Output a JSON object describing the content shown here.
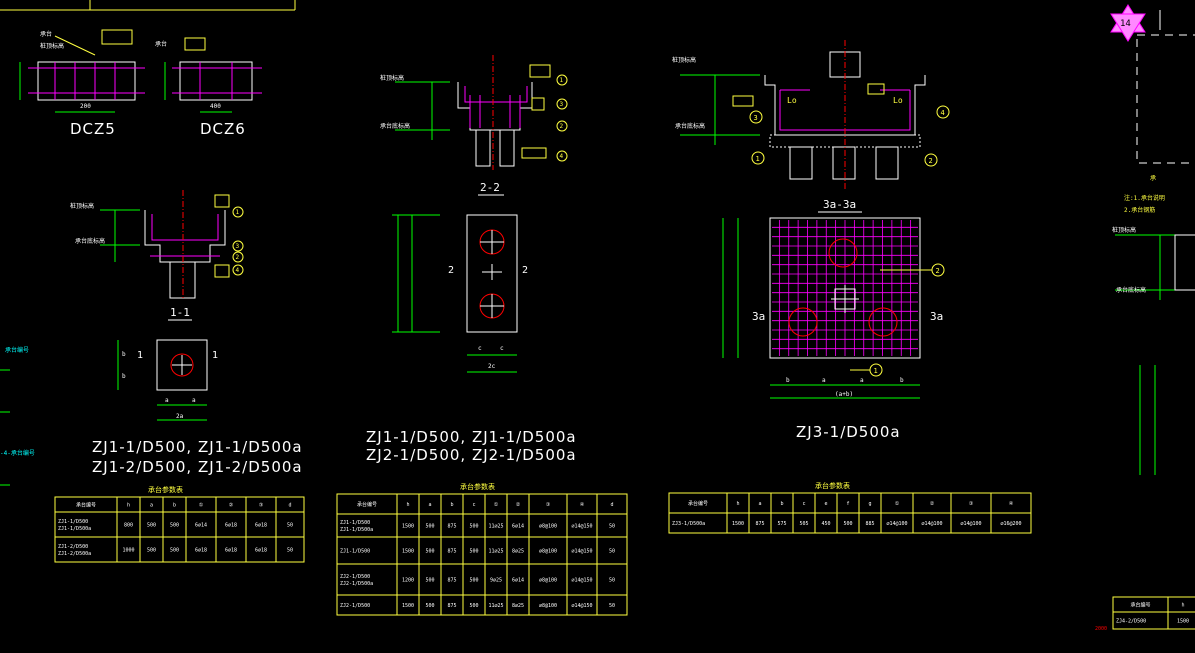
{
  "drawings": {
    "dcz5_title": "DCZ5",
    "dcz6_title": "DCZ6",
    "sec_1_1": "1-1",
    "sec_2_2": "2-2",
    "sec_3a_3a": "3a-3a",
    "mark_1": "1",
    "mark_2": "2",
    "mark_3a": "3a",
    "mark_14": "14",
    "lo": "Lo",
    "title_left_1": "ZJ1-1/D500, ZJ1-1/D500a",
    "title_left_2": "ZJ1-2/D500, ZJ1-2/D500a",
    "title_mid_1": "ZJ1-1/D500, ZJ1-1/D500a",
    "title_mid_2": "ZJ2-1/D500, ZJ2-1/D500a",
    "title_right": "ZJ3-1/D500a",
    "dim_200": "200",
    "dim_400": "400"
  },
  "circle_marks": [
    "1",
    "2",
    "3",
    "4"
  ],
  "tables": {
    "left": {
      "caption": "承台参数表",
      "headers": [
        "承台编号",
        "h",
        "a",
        "b",
        "①",
        "②",
        "③",
        "d"
      ],
      "rows": [
        [
          "ZJ1-1/D500\nZJ1-1/D500a",
          "800",
          "500",
          "500",
          "6⌀14",
          "6⌀18",
          "6⌀18",
          "50"
        ],
        [
          "ZJ1-2/D500\nZJ1-2/D500a",
          "1000",
          "500",
          "500",
          "6⌀18",
          "6⌀18",
          "6⌀18",
          "50"
        ]
      ]
    },
    "mid": {
      "caption": "承台参数表",
      "headers": [
        "承台编号",
        "h",
        "a",
        "b",
        "c",
        "①",
        "②",
        "③",
        "④",
        "d"
      ],
      "rows": [
        [
          "ZJ1-1/D500\nZJ1-1/D500a",
          "1500",
          "500",
          "875",
          "500",
          "11⌀25",
          "6⌀14",
          "⌀8@100",
          "⌀14@150",
          "50"
        ],
        [
          "ZJ1-1/D500",
          "1500",
          "500",
          "875",
          "500",
          "11⌀25",
          "8⌀25",
          "⌀8@100",
          "⌀14@150",
          "50"
        ],
        [
          "ZJ2-1/D500\nZJ2-1/D500a",
          "1200",
          "500",
          "875",
          "500",
          "9⌀25",
          "6⌀14",
          "⌀8@100",
          "⌀14@150",
          "50"
        ],
        [
          "ZJ2-1/D500",
          "1500",
          "500",
          "875",
          "500",
          "11⌀25",
          "8⌀25",
          "⌀8@100",
          "⌀14@150",
          "50"
        ]
      ]
    },
    "right": {
      "caption": "承台参数表",
      "headers": [
        "承台编号",
        "h",
        "a",
        "b",
        "c",
        "e",
        "f",
        "g",
        "①",
        "②",
        "③",
        "④"
      ],
      "rows": [
        [
          "ZJ3-1/D500a",
          "1500",
          "875",
          "575",
          "505",
          "450",
          "500",
          "885",
          "⌀14@100",
          "⌀14@100",
          "⌀14@100",
          "⌀16@200"
        ]
      ]
    },
    "far_right": {
      "headers": [
        "承台编号",
        "h"
      ],
      "rows": [
        [
          "ZJ4-2/D500",
          "1500"
        ]
      ]
    }
  },
  "colors": {
    "background": "#000000",
    "line": "#ffffff",
    "table": "#ffff40",
    "rebar": "#ff00ff",
    "axis": "#ff0000",
    "annotation": "#00ff00",
    "label": "#00ffff"
  },
  "icons": [
    "star-of-david-icon",
    "section-flag-icon"
  ]
}
